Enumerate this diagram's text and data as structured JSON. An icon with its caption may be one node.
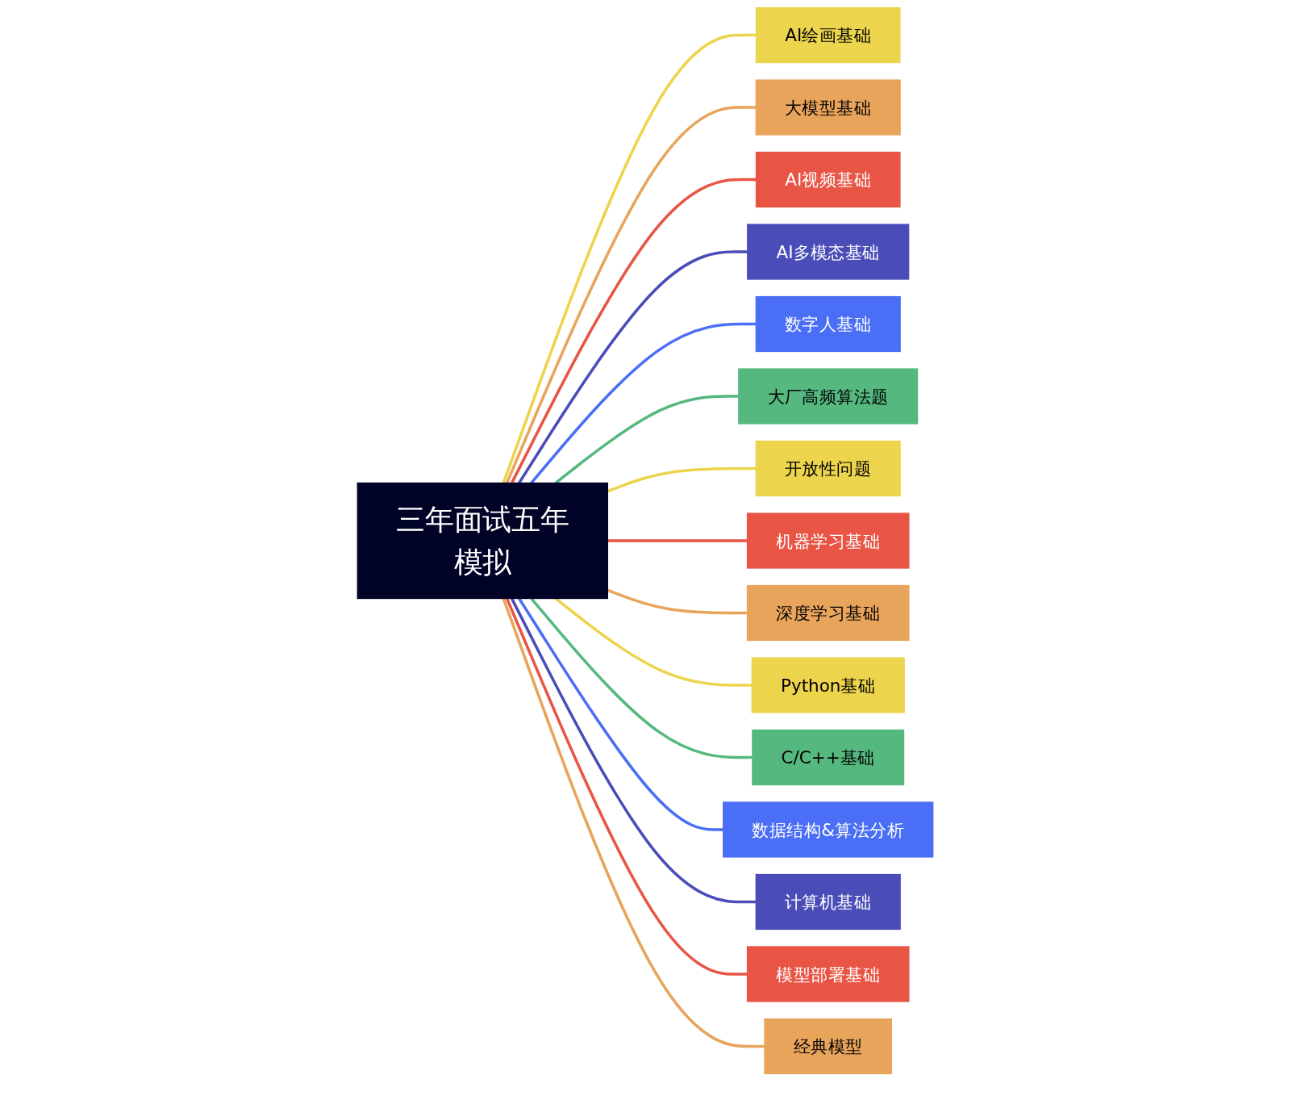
{
  "diagram": {
    "nodes": [
      {
        "text": [
          "三年面试五年模拟"
        ]
      },
      {
        "text": [
          "AI绘画基础"
        ]
      },
      {
        "text": [
          "大模型基础"
        ]
      },
      {
        "text": [
          "AI视频基础"
        ]
      },
      {
        "text": [
          "AI多模态基础"
        ]
      },
      {
        "text": [
          "数字人基础"
        ]
      },
      {
        "text": [
          "大厂高频算法题"
        ]
      },
      {
        "text": [
          "开放性问题"
        ]
      },
      {
        "text": [
          "机器学习基础"
        ]
      },
      {
        "text": [
          "深度学习基础"
        ]
      },
      {
        "text": [
          "Python基础"
        ]
      },
      {
        "text": [
          "C/C++基础"
        ]
      },
      {
        "text": [
          "数据结构&算法分析"
        ]
      },
      {
        "text": [
          "计算机基础"
        ]
      },
      {
        "text": [
          "模型部署基础"
        ]
      },
      {
        "text": [
          "经典模型"
        ]
      }
    ],
    "edges": [
      {
        "from": 0,
        "to": 1,
        "arrow": "none",
        "color": "#edd44d"
      },
      {
        "from": 0,
        "to": 2,
        "arrow": "none",
        "color": "#e9a45c"
      },
      {
        "from": 0,
        "to": 3,
        "arrow": "none",
        "color": "#e85545"
      },
      {
        "from": 0,
        "to": 4,
        "arrow": "none",
        "color": "#4a4db8"
      },
      {
        "from": 0,
        "to": 5,
        "arrow": "none",
        "color": "#4a6ef5"
      },
      {
        "from": 0,
        "to": 6,
        "arrow": "none",
        "color": "#55b97f"
      },
      {
        "from": 0,
        "to": 7,
        "arrow": "none",
        "color": "#edd44d"
      },
      {
        "from": 0,
        "to": 8,
        "arrow": "none",
        "color": "#e85545"
      },
      {
        "from": 0,
        "to": 9,
        "arrow": "none",
        "color": "#e9a45c"
      },
      {
        "from": 0,
        "to": 10,
        "arrow": "none",
        "color": "#edd44d"
      },
      {
        "from": 0,
        "to": 11,
        "arrow": "none",
        "color": "#55b97f"
      },
      {
        "from": 0,
        "to": 12,
        "arrow": "none",
        "color": "#4a6ef5"
      },
      {
        "from": 0,
        "to": 13,
        "arrow": "none",
        "color": "#4a4db8"
      },
      {
        "from": 0,
        "to": 14,
        "arrow": "none",
        "color": "#e85545"
      },
      {
        "from": 0,
        "to": 15,
        "arrow": "none",
        "color": "#e9a45c"
      }
    ]
  }
}
